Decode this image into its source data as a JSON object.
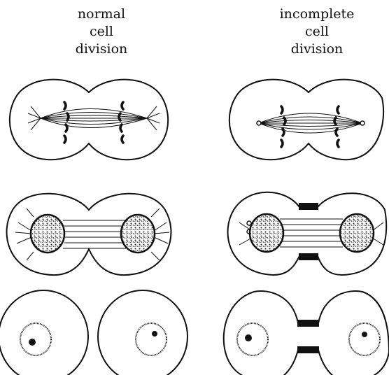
{
  "columns": [
    {
      "title_lines": [
        "normal",
        "cell",
        "division"
      ]
    },
    {
      "title_lines": [
        "incomplete",
        "cell",
        "division"
      ]
    }
  ]
}
